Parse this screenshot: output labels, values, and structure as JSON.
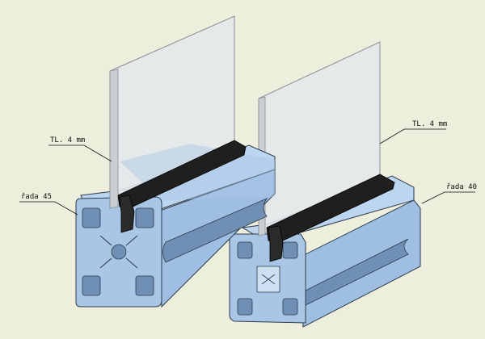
{
  "colors": {
    "background": "#eeeedd",
    "profile_face": "#9fbfe2",
    "profile_top": "#bdd6ef",
    "profile_shadow": "#6f8fb4",
    "profile_edge": "#2d3a4a",
    "glass": "#e4e8ec",
    "glass_edge": "#8c8f94",
    "seal": "#1f1f1f"
  },
  "labels": {
    "left_thickness": "TL. 4 mm",
    "right_thickness": "TL. 4 mm",
    "left_series": "řada 45",
    "right_series": "řada 40"
  }
}
